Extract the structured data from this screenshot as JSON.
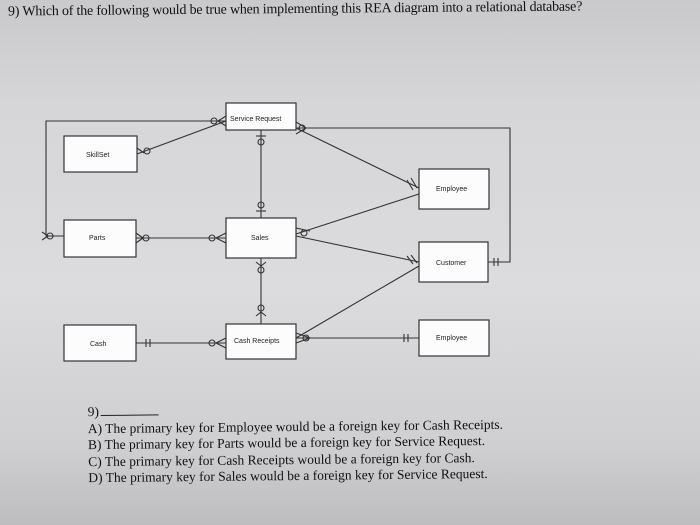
{
  "question": "9) Which of the following would be true when implementing this REA diagram into a relational database?",
  "entities": {
    "service_request": "Service Request",
    "skill_set": "SkillSet",
    "employee_top": "Employee",
    "parts": "Parts",
    "sales": "Sales",
    "customer": "Customer",
    "cash": "Cash",
    "cash_receipts": "Cash Receipts",
    "employee_bottom": "Employee"
  },
  "answer": {
    "number": "9)",
    "options": [
      "A) The primary key for Employee would be a foreign key for Cash Receipts.",
      "B) The primary key for Parts would be a foreign key for Service Request.",
      "C) The primary key for Cash Receipts would be a foreign key for Cash.",
      "D) The primary key for Sales would be a foreign key for Service Request."
    ]
  }
}
